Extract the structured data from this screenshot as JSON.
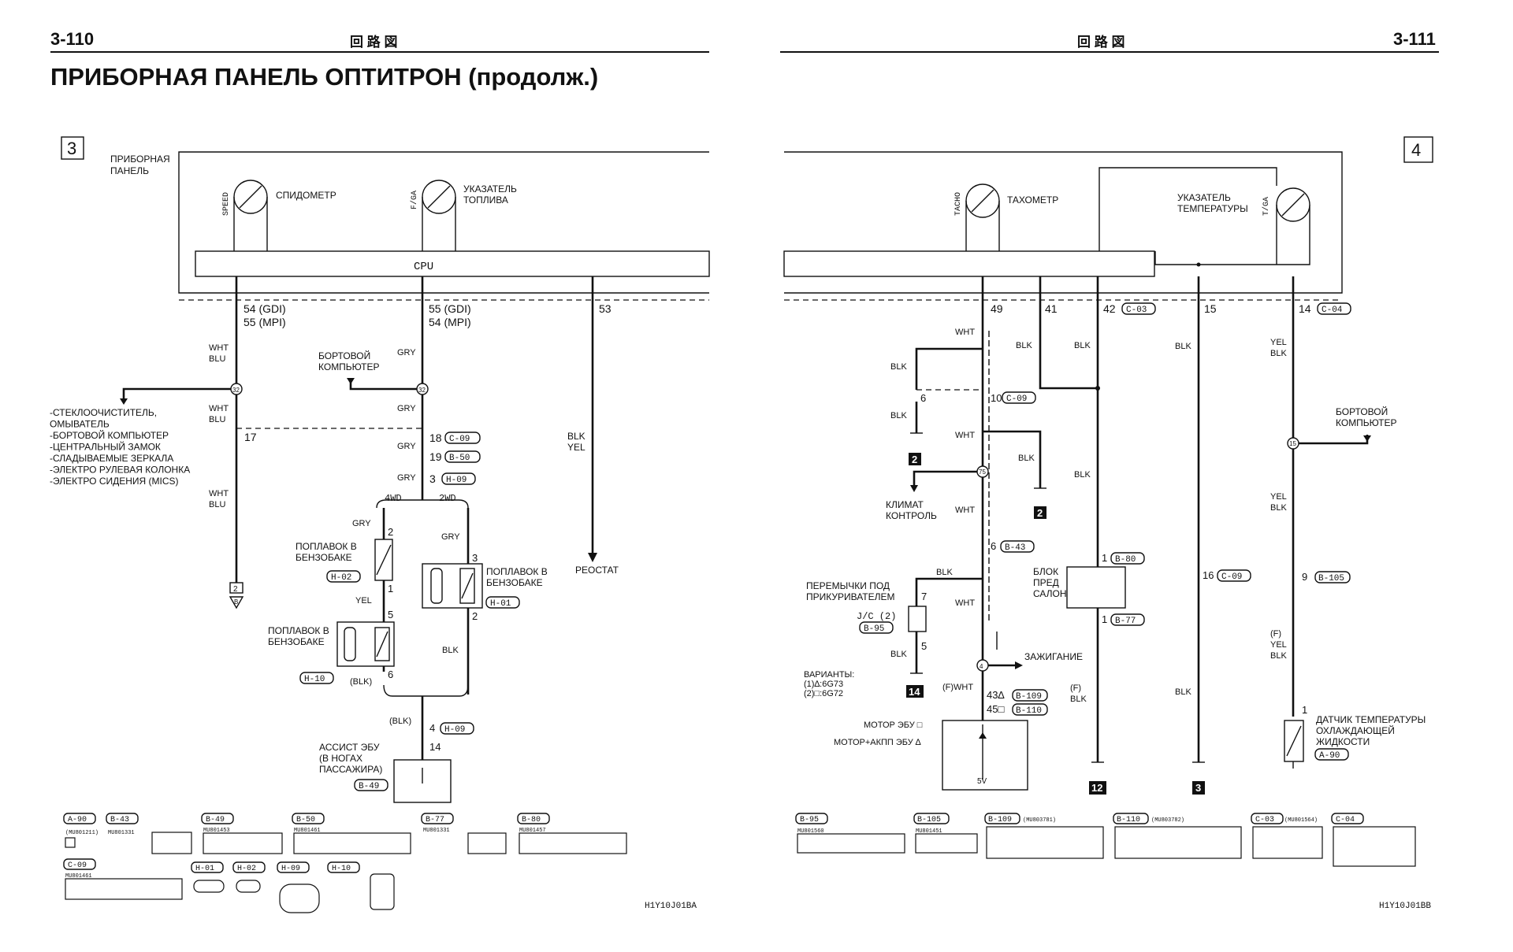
{
  "header": {
    "page_left": "3-110",
    "page_right": "3-111",
    "section_left": "回 路 図",
    "section_right": "回 路 図",
    "title": "ПРИБОРНАЯ ПАНЕЛЬ ОПТИТРОН (продолж.)"
  },
  "frames": {
    "left_box": "3",
    "right_box": "4"
  },
  "left": {
    "panel_label": "ПРИБОРНАЯ\nПАНЕЛЬ",
    "speedo_tag": "SPEED",
    "speedo_label": "СПИДОМЕТР",
    "fuel_tag": "F/GA",
    "fuel_label": "УКАЗАТЕЛЬ\nТОПЛИВА",
    "cpu": "CPU",
    "pin1": "54 (GDI)\n55 (MPI)",
    "pin2": "55 (GDI)\n54 (MPI)",
    "pin3": "53",
    "wire_whtblu": "WHT\nBLU",
    "gry": "GRY",
    "blk": "BLK",
    "blkyel": "BLK\nYEL",
    "yel": "YEL",
    "blk_paren": "(BLK)",
    "onboard_pc": "БОРТОВОЙ\nКОМПЬЮТЕР",
    "consumers": "-СТЕКЛООЧИСТИТЕЛЬ,\n ОМЫВАТЕЛЬ\n-БОРТОВОЙ КОМПЬЮТЕР\n-ЦЕНТРАЛЬНЫЙ ЗАМОК\n-СЛАДЫВАЕМЫЕ ЗЕРКАЛА\n-ЭЛЕКТРО РУЛЕВАЯ КОЛОНКА\n-ЭЛЕКТРО СИДЕНИЯ (MICS)",
    "splice_32": "32",
    "pin_17": "17",
    "pin_18": "18",
    "pin_19": "19",
    "pin_3": "3",
    "conn_c09": "C-09",
    "conn_b50": "B-50",
    "conn_h09": "H-09",
    "wd4": "4WD",
    "wd2": "2WD",
    "float_label": "ПОПЛАВОК В\nБЕНЗОБАКЕ",
    "conn_h02": "H-02",
    "conn_h01": "H-01",
    "conn_h10": "H-10",
    "n2": "2",
    "n1": "1",
    "n3": "3",
    "n5": "5",
    "n6": "6",
    "n4": "4",
    "n14": "14",
    "rheostat": "РЕОСТАТ",
    "assist_ecu": "АССИСТ ЭБУ\n(В НОГАХ\nПАССАЖИРА)",
    "conn_b49": "B-49",
    "ground_2b": "2\nB",
    "code": "H1Y10J01BA",
    "legend": [
      {
        "tag": "A-90",
        "note": "(MU801211)"
      },
      {
        "tag": "B-43",
        "note": "MU801331"
      },
      {
        "tag": "B-49",
        "note": "MU801453"
      },
      {
        "tag": "B-50",
        "note": "MU801461"
      },
      {
        "tag": "B-77",
        "note": "MU801331"
      },
      {
        "tag": "B-80",
        "note": "MU801457"
      },
      {
        "tag": "C-09",
        "note": "MU801461"
      },
      {
        "tag": "H-01",
        "note": ""
      },
      {
        "tag": "H-02",
        "note": ""
      },
      {
        "tag": "H-09",
        "note": ""
      },
      {
        "tag": "H-10",
        "note": ""
      }
    ]
  },
  "right": {
    "tacho_tag": "TACHO",
    "tacho_label": "ТАХОМЕТР",
    "temp_label": "УКАЗАТЕЛЬ\nТЕМПЕРАТУРЫ",
    "temp_tag": "T/GA",
    "pin49": "49",
    "pin41": "41",
    "pin42": "42",
    "pin15": "15",
    "pin14": "14",
    "conn_c03": "C-03",
    "conn_c04": "C-04",
    "wht": "WHT",
    "blk": "BLK",
    "yelblk": "YEL\nBLK",
    "pin6": "6",
    "pin10": "10",
    "conn_c09": "C-09",
    "gnd2": "2",
    "klimat": "КЛИМАТ\nКОНТРОЛЬ",
    "splice_75": "75",
    "b43": "B-43",
    "b80": "B-80",
    "b77": "B-77",
    "block": "БЛОК\nПРЕД\nСАЛОН",
    "b16": "16",
    "b9": "9",
    "b105": "B-105",
    "jumpers": "ПЕРЕМЫЧКИ ПОД\nПРИКУРИВАТЕЛЕМ",
    "jc2": "J/C (2)",
    "b95": "B-95",
    "pin7": "7",
    "pin5": "5",
    "variants": "ВАРИАНТЫ:\n(1)∆:6G73\n(2)□:6G72",
    "gnd14": "14",
    "ignition": "ЗАЖИГАНИЕ",
    "fwht": "(F)WHT",
    "pin43": "43∆",
    "pin45": "45□",
    "b109": "B-109",
    "b110": "B-110",
    "fblk": "(F)\nBLK",
    "motor_ecu": "МОТОР ЭБУ □",
    "motor_at": "МОТОР+АКПП ЭБУ ∆",
    "v5": "5V",
    "gnd12": "12",
    "gnd3": "3",
    "onboard_pc": "БОРТОВОЙ\nКОМПЬЮТЕР",
    "splice_15": "15",
    "fyelblk": "(F)\nYEL\nBLK",
    "sensor": "ДАТЧИК ТЕМПЕРАТУРЫ\nОХЛАЖДАЮЩЕЙ\nЖИДКОСТИ",
    "a90": "A-90",
    "pin1": "1",
    "code": "H1Y10J01BB",
    "legend": [
      {
        "tag": "B-95",
        "note": "MU801560"
      },
      {
        "tag": "B-105",
        "note": "MU801451"
      },
      {
        "tag": "B-109",
        "note": "(MU803781)"
      },
      {
        "tag": "B-110",
        "note": "(MU803782)"
      },
      {
        "tag": "C-03",
        "note": "(MU801564)"
      },
      {
        "tag": "C-04",
        "note": ""
      }
    ]
  }
}
